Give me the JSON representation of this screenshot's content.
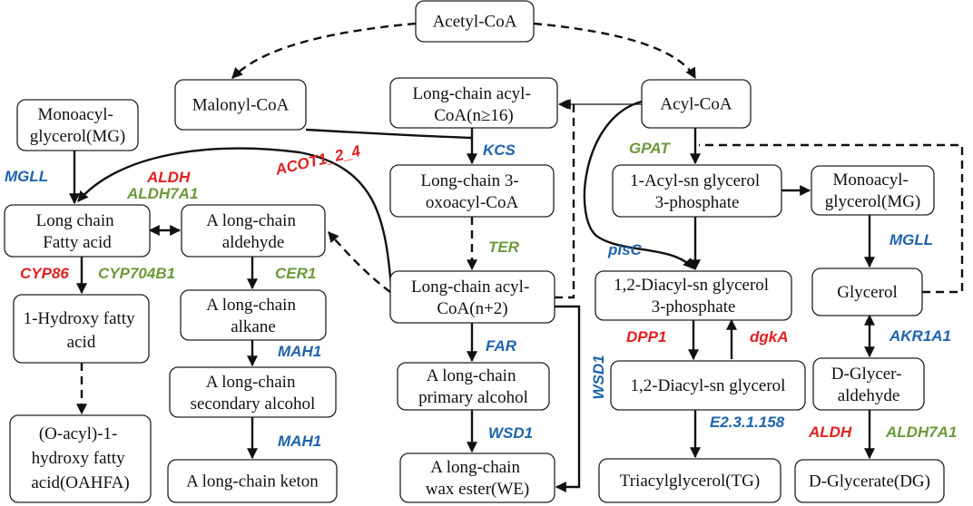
{
  "colors": {
    "red": "#e02020",
    "green": "#6a9a3a",
    "blue": "#1f63ae",
    "line": "#111111"
  },
  "nodes": {
    "acetyl_coa": [
      "Acetyl-CoA"
    ],
    "malonyl_coa": [
      "Malonyl-CoA"
    ],
    "lc_acyl_coa_16": [
      "Long-chain acyl-",
      "CoA(n≥16)"
    ],
    "acyl_coa": [
      "Acyl-CoA"
    ],
    "monoacylglycerol_left": [
      "Monoacyl-",
      "glycerol(MG)"
    ],
    "lc_3_oxoacyl_coa": [
      "Long-chain 3-",
      "oxoacyl-CoA"
    ],
    "acyl_sn_glycerol_3p": [
      "1-Acyl-sn glycerol",
      "3-phosphate"
    ],
    "monoacylglycerol_right": [
      "Monoacyl-",
      "glycerol(MG)"
    ],
    "lc_fatty_acid": [
      "Long chain",
      "Fatty acid"
    ],
    "lc_aldehyde": [
      "A long-chain",
      "aldehyde"
    ],
    "lc_acyl_coa_n2": [
      "Long-chain acyl-",
      "CoA(n+2)"
    ],
    "diacyl_sn_glycerol_3p": [
      "1,2-Diacyl-sn glycerol",
      "3-phosphate"
    ],
    "glycerol": [
      "Glycerol"
    ],
    "hydroxy_fatty_acid": [
      "1-Hydroxy fatty",
      "acid"
    ],
    "lc_alkane": [
      "A long-chain",
      "alkane"
    ],
    "diacyl_sn_glycerol": [
      "1,2-Diacyl-sn glycerol"
    ],
    "d_glyceraldehyde": [
      "D-Glycer-",
      "aldehyde"
    ],
    "lc_secondary_alcohol": [
      "A long-chain",
      "secondary alcohol"
    ],
    "lc_primary_alcohol": [
      "A long-chain",
      "primary alcohol"
    ],
    "oahfa": [
      "(O-acyl)-1-",
      "hydroxy fatty",
      "acid(OAHFA)"
    ],
    "lc_keton": [
      "A long-chain keton"
    ],
    "wax_ester": [
      "A long-chain",
      "wax ester(WE)"
    ],
    "triacylglycerol": [
      "Triacylglycerol(TG)"
    ],
    "d_glycerate": [
      "D-Glycerate(DG)"
    ]
  },
  "enzymes": {
    "kcs": "KCS",
    "gpat": "GPAT",
    "mgll_left": "MGLL",
    "aldh_top": "ALDH",
    "aldh7a1_top": "ALDH7A1",
    "acot": "ACOT1_2_4",
    "ter": "TER",
    "plsc": "plsC",
    "mgll_right": "MGLL",
    "cyp86": "CYP86",
    "cyp704b1": "CYP704B1",
    "cer1": "CER1",
    "dpp1": "DPP1",
    "dgka": "dgkA",
    "akr1a1": "AKR1A1",
    "far": "FAR",
    "mah1_a": "MAH1",
    "wsd1_vertical": "WSD1",
    "wsd1": "WSD1",
    "e23": "E2.3.1.158",
    "aldh_bottom": "ALDH",
    "aldh7a1_bottom": "ALDH7A1",
    "mah1_b": "MAH1"
  }
}
